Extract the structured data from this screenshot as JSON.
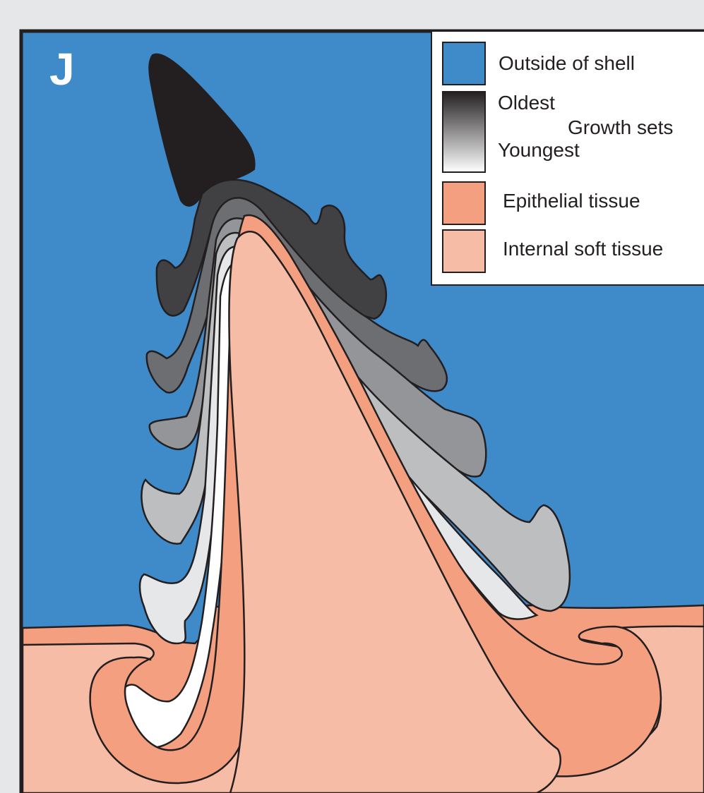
{
  "panel_label": "J",
  "legend": {
    "items": [
      {
        "label": "Outside of shell",
        "color": "#3f8ac9"
      },
      {
        "label": "Epithelial tissue",
        "color": "#f49f80"
      },
      {
        "label": "Internal soft tissue",
        "color": "#f7bca5"
      }
    ],
    "gradient": {
      "oldest_label": "Oldest",
      "youngest_label": "Youngest",
      "title": "Growth sets",
      "color_oldest": "#231f20",
      "color_youngest": "#ffffff"
    }
  },
  "colors": {
    "background": "#e6e7e8",
    "shell_outside": "#3f8ac9",
    "epithelial": "#f49f80",
    "soft_tissue": "#f7bca5",
    "growth_sets": [
      "#231f20",
      "#414042",
      "#6d6e71",
      "#939598",
      "#bcbec0",
      "#e6e7e8",
      "#ffffff"
    ]
  }
}
